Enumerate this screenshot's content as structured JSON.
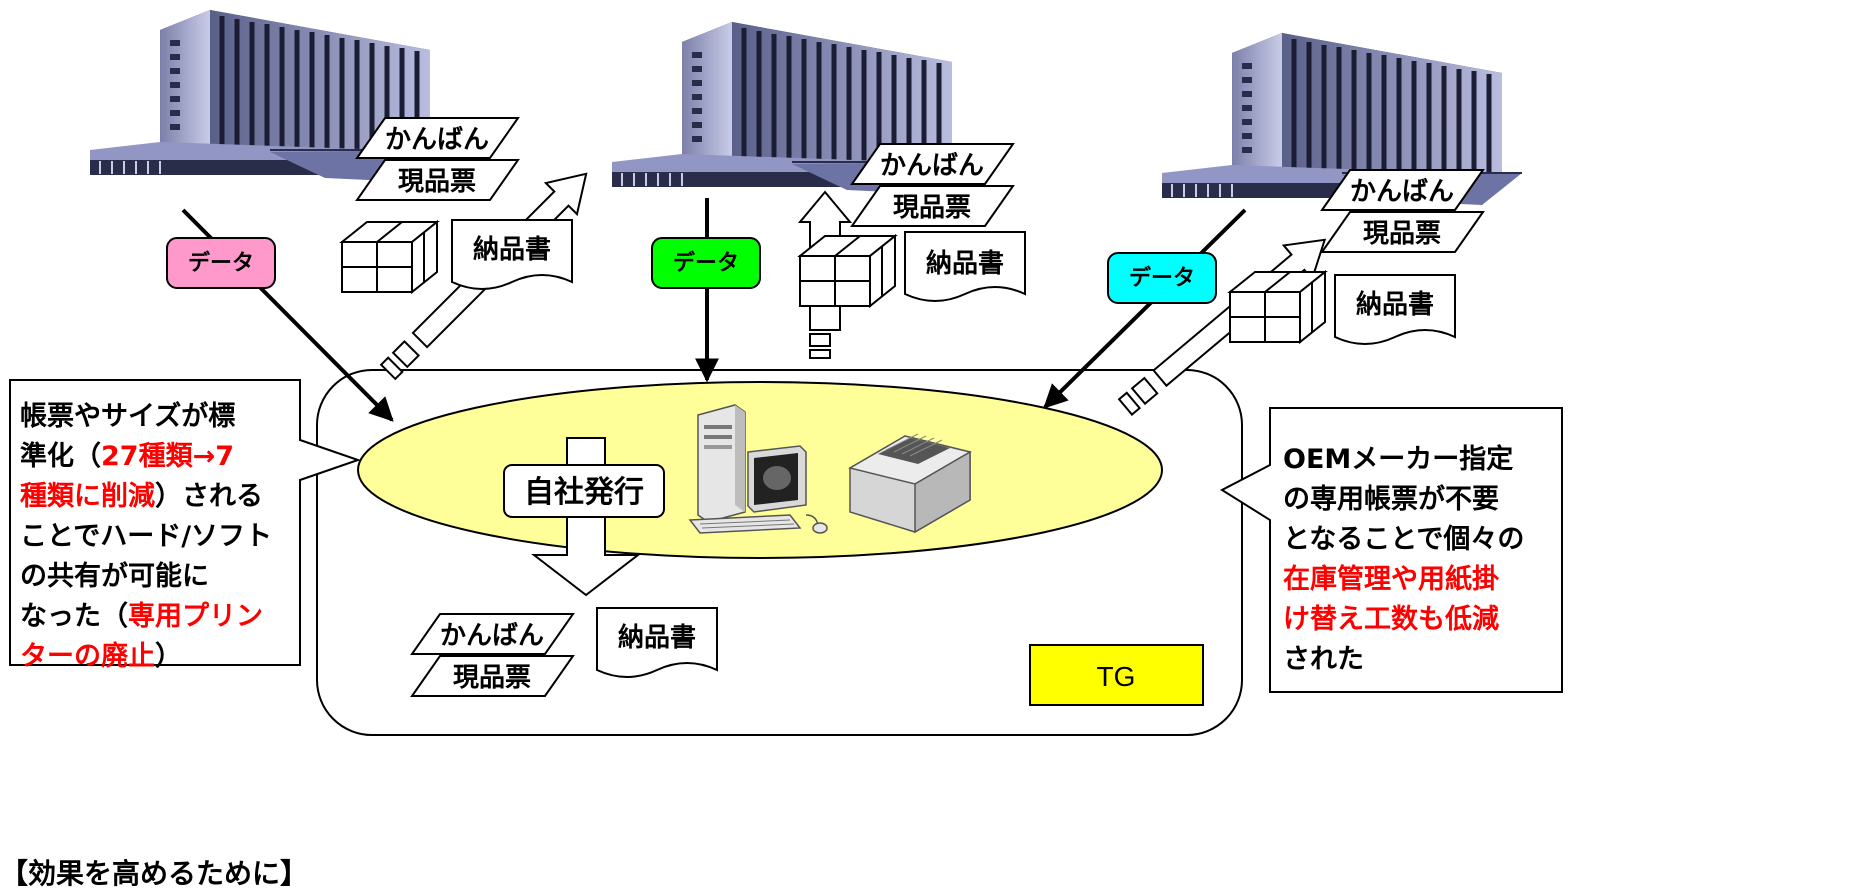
{
  "labels": {
    "kanban": "かんばん",
    "genpinhyo": "現品票",
    "nouhinsho": "納品書",
    "data": "データ",
    "jisha_hakko": "自社発行",
    "tg": "TG"
  },
  "colors": {
    "data_pink": "#ff99cc",
    "data_green": "#00ff00",
    "data_cyan": "#00ffff",
    "ellipse_fill": "#ffff99",
    "tg_fill": "#ffff00",
    "highlight_red": "#ff0000"
  },
  "callout_left": {
    "line1": "帳票やサイズが標",
    "line2_a": "準化（",
    "line2_b": "27種類→7",
    "line3_a": "種類に削減",
    "line3_b": "）される",
    "line4": "ことでハード/ソフト",
    "line5": "の共有が可能に",
    "line6_a": "なった（",
    "line6_b": "専用プリン",
    "line7_a": "ターの廃止",
    "line7_b": "）"
  },
  "callout_right": {
    "line1": "OEMメーカー指定",
    "line2": "の専用帳票が不要",
    "line3": "となることで個々の",
    "line4": "在庫管理や用紙掛",
    "line5": "け替え工数も低減",
    "line6": "された"
  },
  "footer": "【効果を高めるために】",
  "icons": [
    "building-icon",
    "box-icon",
    "computer-icon",
    "printer-icon"
  ]
}
